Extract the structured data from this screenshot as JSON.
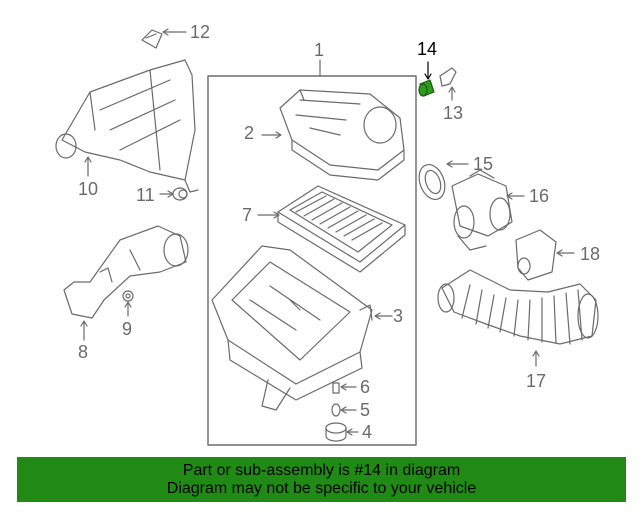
{
  "diagram": {
    "callouts": [
      "1",
      "2",
      "3",
      "4",
      "5",
      "6",
      "7",
      "8",
      "9",
      "10",
      "11",
      "12",
      "13",
      "14",
      "15",
      "16",
      "17",
      "18"
    ],
    "highlighted_part": "14",
    "colors": {
      "line": "#6a6a6a",
      "highlight": "#2e9b1e",
      "banner": "#1f8a14"
    }
  },
  "banner": {
    "line1": "Part or sub-assembly is #14 in diagram",
    "line2": "Diagram may not be specific to your vehicle"
  }
}
